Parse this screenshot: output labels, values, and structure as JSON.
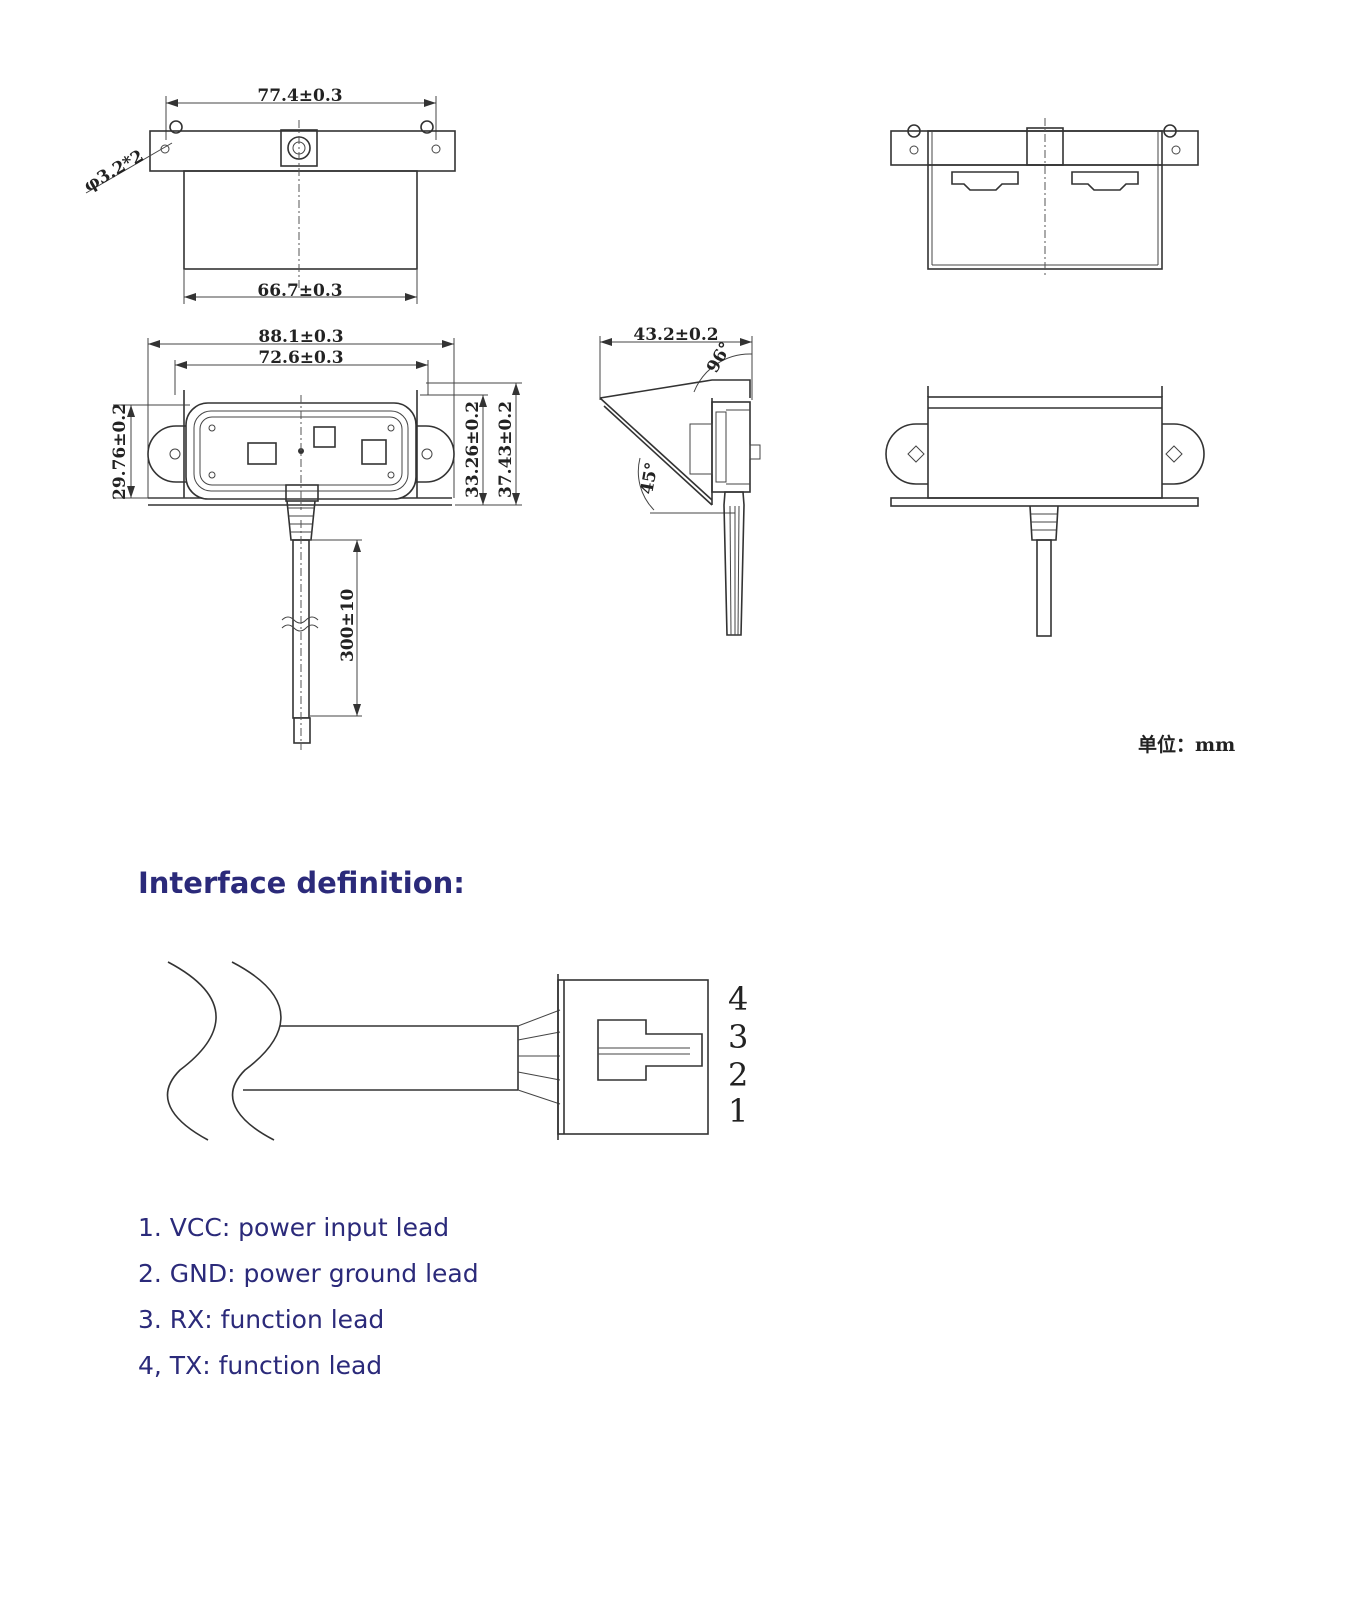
{
  "drawing": {
    "dims": {
      "top_width": "77.4±0.3",
      "hole": "φ3.2*2",
      "bottom_width": "66.7±0.3",
      "front_width_outer": "88.1±0.3",
      "front_width_inner": "72.6±0.3",
      "height_left": "29.76±0.2",
      "height_mid": "33.26±0.2",
      "height_right": "37.43±0.2",
      "cable_length": "300±10",
      "side_depth": "43.2±0.2",
      "angle_top": "96°",
      "angle_bottom": "45°"
    },
    "unit": "单位：mm"
  },
  "interface": {
    "title": "Interface definition:",
    "pin_numbers": [
      "4",
      "3",
      "2",
      "1"
    ],
    "pins": [
      "1. VCC: power input lead",
      "2. GND: power ground lead",
      "3. RX: function lead",
      "4, TX: function lead"
    ]
  }
}
